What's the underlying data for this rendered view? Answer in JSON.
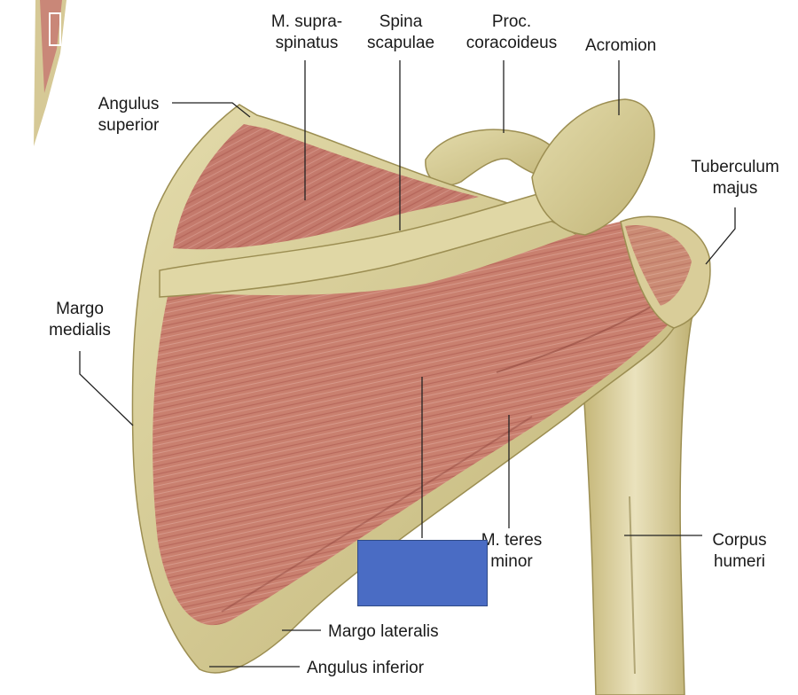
{
  "labels": {
    "m_supraspinatus": [
      "M. supra-",
      "spinatus"
    ],
    "spina_scapulae": [
      "Spina",
      "scapulae"
    ],
    "proc_coracoideus": [
      "Proc.",
      "coracoideus"
    ],
    "acromion": "Acromion",
    "angulus_superior": [
      "Angulus",
      "superior"
    ],
    "tuberculum_majus": [
      "Tuberculum",
      "majus"
    ],
    "margo_medialis": [
      "Margo",
      "medialis"
    ],
    "m_teres_minor": [
      "M. teres",
      "minor"
    ],
    "corpus_humeri": [
      "Corpus",
      "humeri"
    ],
    "margo_lateralis": "Margo lateralis",
    "angulus_inferior": "Angulus inferior"
  },
  "colors": {
    "bone": "#d8cd97",
    "bone_shadow": "#b5a865",
    "muscle": "#c8786c",
    "muscle_dark": "#a9554b",
    "leader_line": "#222222",
    "mask_box": "#4a6cc4"
  }
}
